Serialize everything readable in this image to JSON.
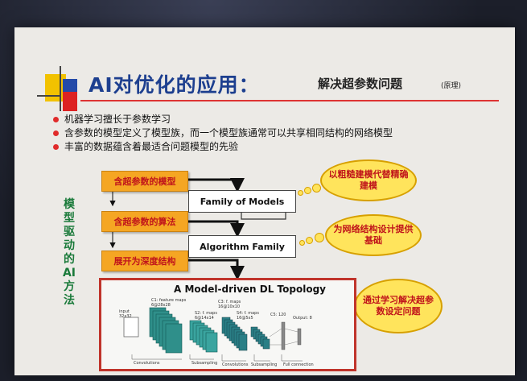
{
  "slide": {
    "title": "AI对优化的应用：",
    "subtitle": "解决超参数问题",
    "subtitle_note": "(原理)",
    "bullets": [
      "机器学习擅长于参数学习",
      "含参数的模型定义了模型族，而一个模型族通常可以共享相同结构的网络模型",
      "丰富的数据蕴含着最适合问题模型的先验"
    ],
    "side_label": "模型驱动的AI方法",
    "orange_boxes": [
      "含超参数的模型",
      "含超参数的算法",
      "展开为深度结构"
    ],
    "white_boxes": [
      "Family of Models",
      "Algorithm Family"
    ],
    "clouds": [
      "以粗糙建模代替精确建模",
      "为网络结构设计提供基础",
      "通过学习解决超参数设定问题"
    ],
    "topology": {
      "title": "A Model-driven DL Topology",
      "labels": {
        "input": "input",
        "input_size": "32x32",
        "c1": "C1: feature maps",
        "c1_size": "6@28x28",
        "s2": "S2: f. maps",
        "s2_size": "6@14x14",
        "c3": "C3: f. maps",
        "c3_size": "16@10x10",
        "s4": "S4: f. maps",
        "s4_size": "16@5x5",
        "c5": "C5: 120",
        "output": "Output: 8",
        "conv1": "Convolutions",
        "sub1": "Subsampling",
        "conv2": "Convolutions",
        "sub2": "Subsampling",
        "full": "Full connection"
      }
    }
  },
  "colors": {
    "title": "#1d3f8f",
    "bullet_dot": "#e02b2b",
    "orange_box": "#f5a623",
    "orange_text": "#c0141b",
    "cloud": "#ffe45c",
    "side_label": "#1a7a3a",
    "topology_border": "#c0342b"
  }
}
